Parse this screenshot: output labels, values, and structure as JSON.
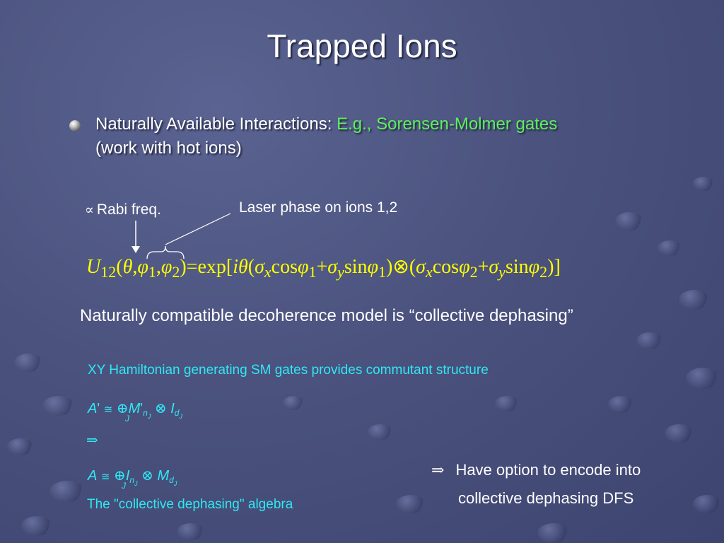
{
  "slide": {
    "title": "Trapped Ions",
    "bullet": {
      "label": "Naturally Available Interactions:",
      "highlight": "E.g., Sorensen-Molmer gates",
      "line2": "(work with hot ions)"
    },
    "annotations": {
      "rabi_symbol": "∝",
      "rabi_label": "Rabi freq.",
      "laser_label": "Laser phase on ions 1,2"
    },
    "decoherence_text": "Naturally compatible decoherence model is “collective dephasing”",
    "commutant": {
      "heading": "XY Hamiltonian generating SM gates provides commutant structure",
      "implies": "⇒",
      "algebra_label": "The \"collective dephasing\" algebra"
    },
    "option": {
      "arrow": "⇒",
      "line1": "Have option to encode into",
      "line2": "collective dephasing DFS"
    }
  },
  "colors": {
    "background": "#4b527e",
    "title": "#ffffff",
    "highlight_green": "#5cf05c",
    "formula_yellow": "#ffff00",
    "math_cyan": "#2fe8f2"
  }
}
